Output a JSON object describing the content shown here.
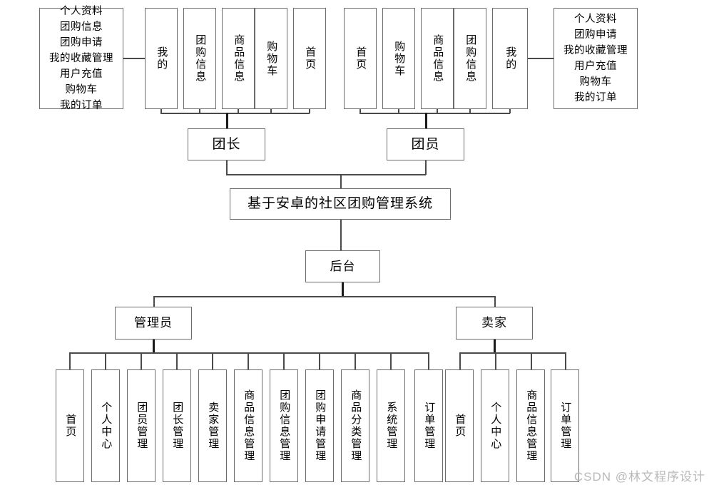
{
  "diagram": {
    "title": "基于安卓的社区团购管理系统",
    "root": {
      "label": "基于安卓的社区团购管理系统"
    },
    "leader": {
      "label": "团长"
    },
    "member": {
      "label": "团员"
    },
    "backend": {
      "label": "后台"
    },
    "admin": {
      "label": "管理员"
    },
    "seller": {
      "label": "卖家"
    },
    "leader_panel": {
      "items": [
        "个人资料",
        "团购信息",
        "团购申请",
        "我的收藏管理",
        "用户充值",
        "购物车",
        "我的订单"
      ],
      "text": "个人资料\n团购信息\n团购申请\n我的收藏管理\n用户充值\n购物车\n我的订单"
    },
    "member_panel": {
      "items": [
        "个人资料",
        "团购申请",
        "我的收藏管理",
        "用户充值",
        "购物车",
        "我的订单"
      ],
      "text": "个人资料\n团购申请\n我的收藏管理\n用户充值\n购物车\n我的订单"
    },
    "leader_menu": [
      {
        "label": "我的"
      },
      {
        "label": "团购信息"
      },
      {
        "label": "商品信息"
      },
      {
        "label": "购物车"
      },
      {
        "label": "首页"
      }
    ],
    "member_menu": [
      {
        "label": "首页"
      },
      {
        "label": "购物车"
      },
      {
        "label": "商品信息"
      },
      {
        "label": "团购信息"
      },
      {
        "label": "我的"
      }
    ],
    "admin_menu": [
      {
        "label": "首页"
      },
      {
        "label": "个人中心"
      },
      {
        "label": "团员管理"
      },
      {
        "label": "团长管理"
      },
      {
        "label": "卖家管理"
      },
      {
        "label": "商品信息管理"
      },
      {
        "label": "团购信息管理"
      },
      {
        "label": "团购申请管理"
      },
      {
        "label": "商品分类管理"
      },
      {
        "label": "系统管理"
      },
      {
        "label": "订单管理"
      }
    ],
    "seller_menu": [
      {
        "label": "首页"
      },
      {
        "label": "个人中心"
      },
      {
        "label": "商品信息管理"
      },
      {
        "label": "订单管理"
      }
    ],
    "watermark": "CSDN @林文程序设计",
    "colors": {
      "box_border": "#6b6b6b",
      "line": "#4a4a4a",
      "text": "#000000",
      "watermark": "#b9b9b9",
      "background": "#ffffff"
    }
  }
}
